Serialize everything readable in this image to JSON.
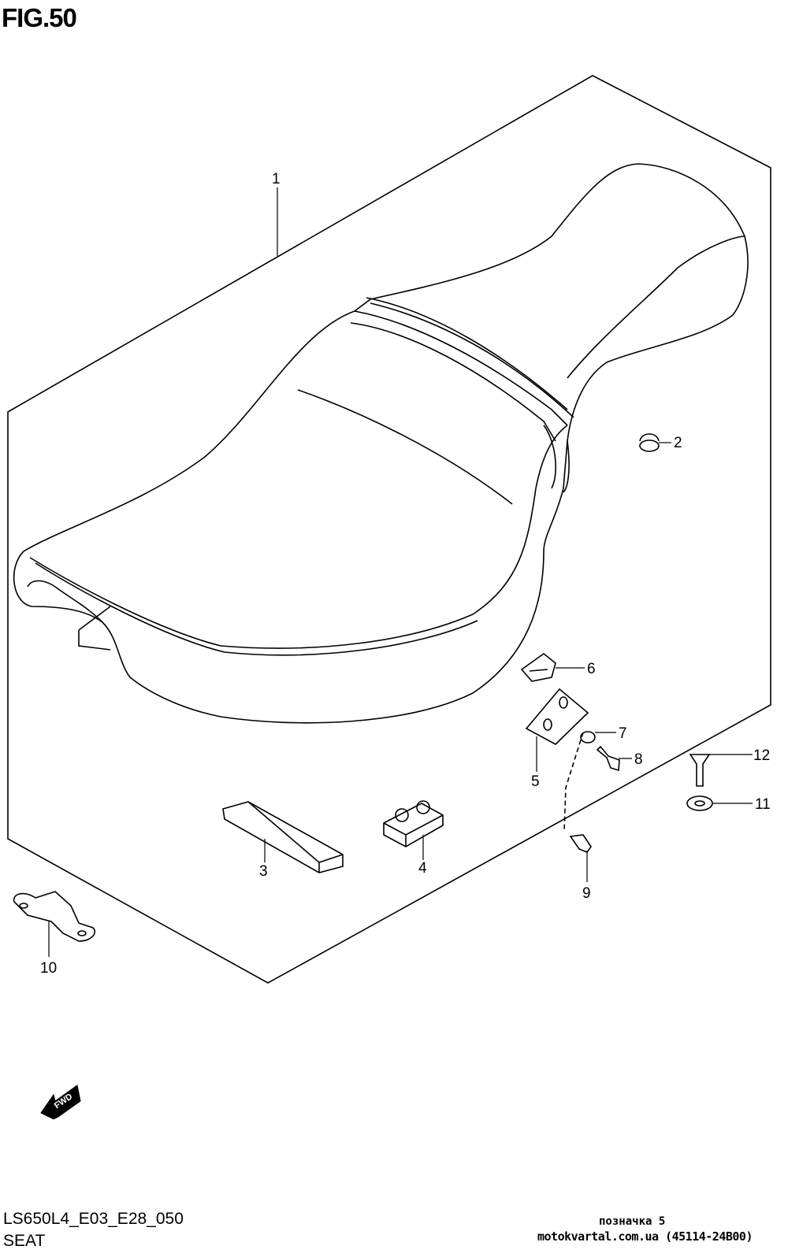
{
  "figure_title": "FIG.50",
  "diagram_code": "LS650L4_E03_E28_050",
  "section_name": "SEAT",
  "fwd_label": "FWD",
  "watermark": {
    "line1": "позначка 5",
    "line2": "motokvartal.com.ua (45114-24B00)"
  },
  "callouts": [
    "1",
    "2",
    "3",
    "4",
    "5",
    "6",
    "7",
    "8",
    "9",
    "10",
    "11",
    "12"
  ]
}
